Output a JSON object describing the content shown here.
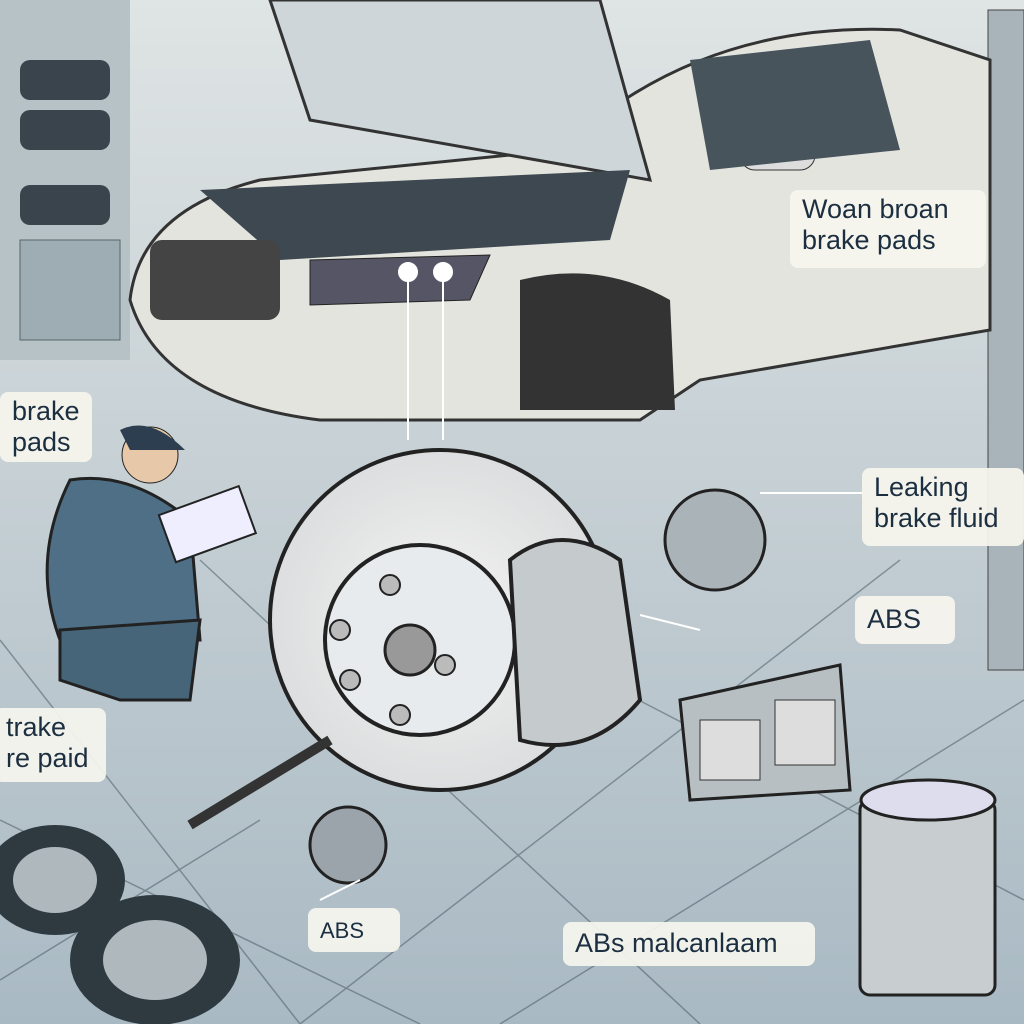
{
  "labels": {
    "worn_pads": {
      "line1": "Woan broan",
      "line2": "brake pads"
    },
    "brake_pads_left": {
      "line1": "brake",
      "line2": "pads"
    },
    "leaking_fluid": {
      "line1": "Leaking",
      "line2": "brake fluid"
    },
    "abs_right": {
      "line1": "ABS"
    },
    "brake_paid_left": {
      "line1": "trake",
      "line2": "re paid"
    },
    "abs_bottom": {
      "line1": "ABS"
    },
    "abs_mechanism": {
      "line1": "ABs malcanlaam"
    }
  },
  "colors": {
    "floor": "#c9d3d8",
    "car": "#e4e4df",
    "uniform": "#4f6f86",
    "text": "#1c2f40"
  }
}
